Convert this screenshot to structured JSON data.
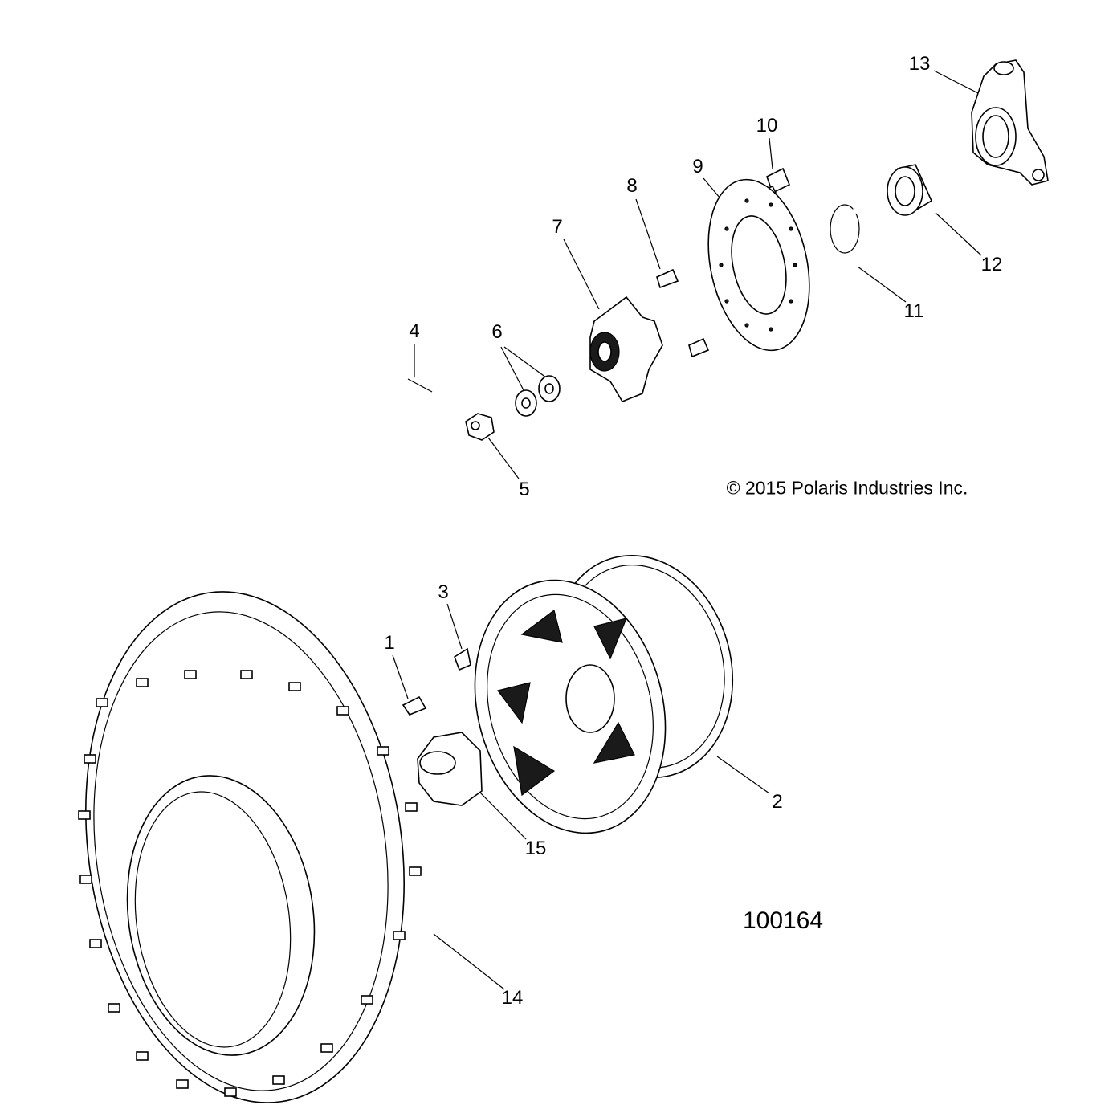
{
  "callouts": {
    "c1": "1",
    "c2": "2",
    "c3": "3",
    "c4": "4",
    "c5": "5",
    "c6": "6",
    "c7": "7",
    "c8": "8",
    "c9": "9",
    "c10": "10",
    "c11": "11",
    "c12": "12",
    "c13": "13",
    "c14": "14",
    "c15": "15"
  },
  "copyright": "© 2015 Polaris Industries Inc.",
  "figure_number": "100164"
}
